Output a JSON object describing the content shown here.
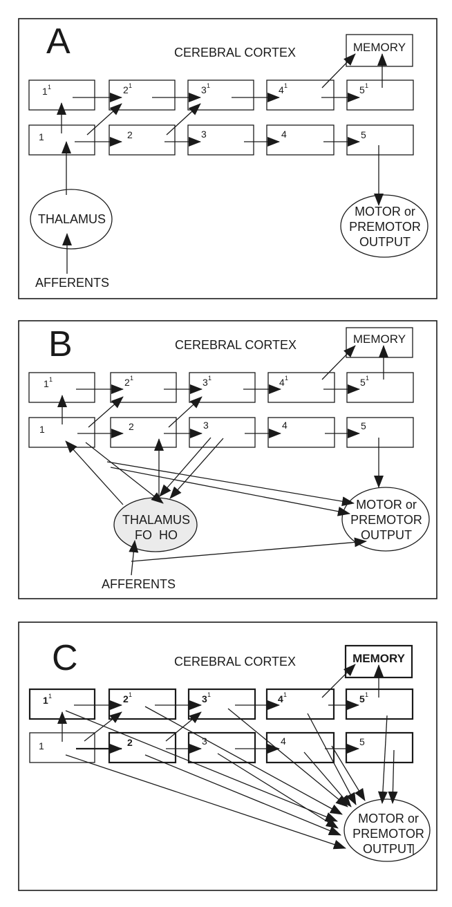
{
  "panels": [
    {
      "id": "A",
      "letter": "A",
      "cortex_label": "CEREBRAL CORTEX",
      "memory_label": "MEMORY",
      "upper_row": [
        {
          "num": "1",
          "sup": "1"
        },
        {
          "num": "2",
          "sup": "1"
        },
        {
          "num": "3",
          "sup": "1"
        },
        {
          "num": "4",
          "sup": "1"
        },
        {
          "num": "5",
          "sup": "1"
        }
      ],
      "lower_row": [
        {
          "num": "1"
        },
        {
          "num": "2"
        },
        {
          "num": "3"
        },
        {
          "num": "4"
        },
        {
          "num": "5"
        }
      ],
      "thalamus_lines": [
        "THALAMUS"
      ],
      "output_lines": [
        "MOTOR or",
        "PREMOTOR",
        "OUTPUT"
      ],
      "afferents_label": "AFFERENTS"
    },
    {
      "id": "B",
      "letter": "B",
      "cortex_label": "CEREBRAL CORTEX",
      "memory_label": "MEMORY",
      "upper_row": [
        {
          "num": "1",
          "sup": "1"
        },
        {
          "num": "2",
          "sup": "1"
        },
        {
          "num": "3",
          "sup": "1"
        },
        {
          "num": "4",
          "sup": "1"
        },
        {
          "num": "5",
          "sup": "1"
        }
      ],
      "lower_row": [
        {
          "num": "1"
        },
        {
          "num": "2"
        },
        {
          "num": "3"
        },
        {
          "num": "4"
        },
        {
          "num": "5"
        }
      ],
      "thalamus_lines": [
        "THALAMUS",
        "FO  HO"
      ],
      "output_lines": [
        "MOTOR or",
        "PREMOTOR",
        "OUTPUT"
      ],
      "afferents_label": "AFFERENTS"
    },
    {
      "id": "C",
      "letter": "C",
      "cortex_label": "CEREBRAL CORTEX",
      "memory_label": "MEMORY",
      "upper_row": [
        {
          "num": "1",
          "sup": "1"
        },
        {
          "num": "2",
          "sup": "1"
        },
        {
          "num": "3",
          "sup": "1"
        },
        {
          "num": "4",
          "sup": "1"
        },
        {
          "num": "5",
          "sup": "1"
        }
      ],
      "lower_row": [
        {
          "num": "1"
        },
        {
          "num": "2"
        },
        {
          "num": "3"
        },
        {
          "num": "4"
        },
        {
          "num": "5"
        }
      ],
      "output_lines": [
        "MOTOR or",
        "PREMOTOR",
        "OUTPUT"
      ]
    }
  ],
  "colors": {
    "stroke": "#1a1a1a",
    "background": "#ffffff",
    "thalamus_fill_b": "#ebebeb"
  }
}
